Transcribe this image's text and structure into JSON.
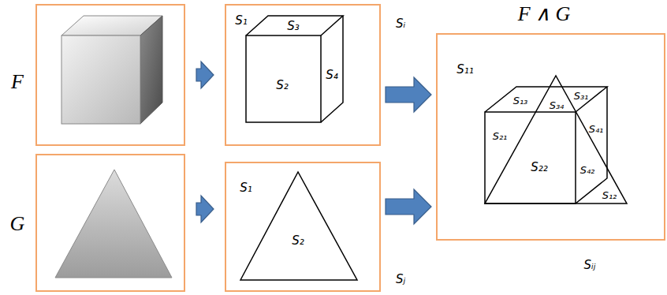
{
  "diagram": {
    "nodes": [
      {
        "text": [
          "F"
        ]
      },
      {
        "text": [
          "S₁",
          "S₃",
          "S₂",
          "S₄",
          "Sᵢ"
        ]
      },
      {
        "text": [
          "G"
        ]
      },
      {
        "text": [
          "S₁",
          "S₂",
          "Sⱼ"
        ]
      },
      {
        "text": [
          "F ∧ G",
          "S₁₁",
          "S₁₃",
          "S₃₄",
          "S₃₁",
          "S₂₁",
          "S₂₂",
          "S₄₁",
          "S₄₂",
          "S₁₂",
          "Sᵢⱼ"
        ]
      }
    ],
    "edges": [
      {
        "from": 0,
        "to": 1,
        "arrow": "to"
      },
      {
        "from": 2,
        "to": 3,
        "arrow": "to"
      },
      {
        "from": 1,
        "to": 4,
        "arrow": "to"
      },
      {
        "from": 3,
        "to": 4,
        "arrow": "to"
      }
    ]
  }
}
